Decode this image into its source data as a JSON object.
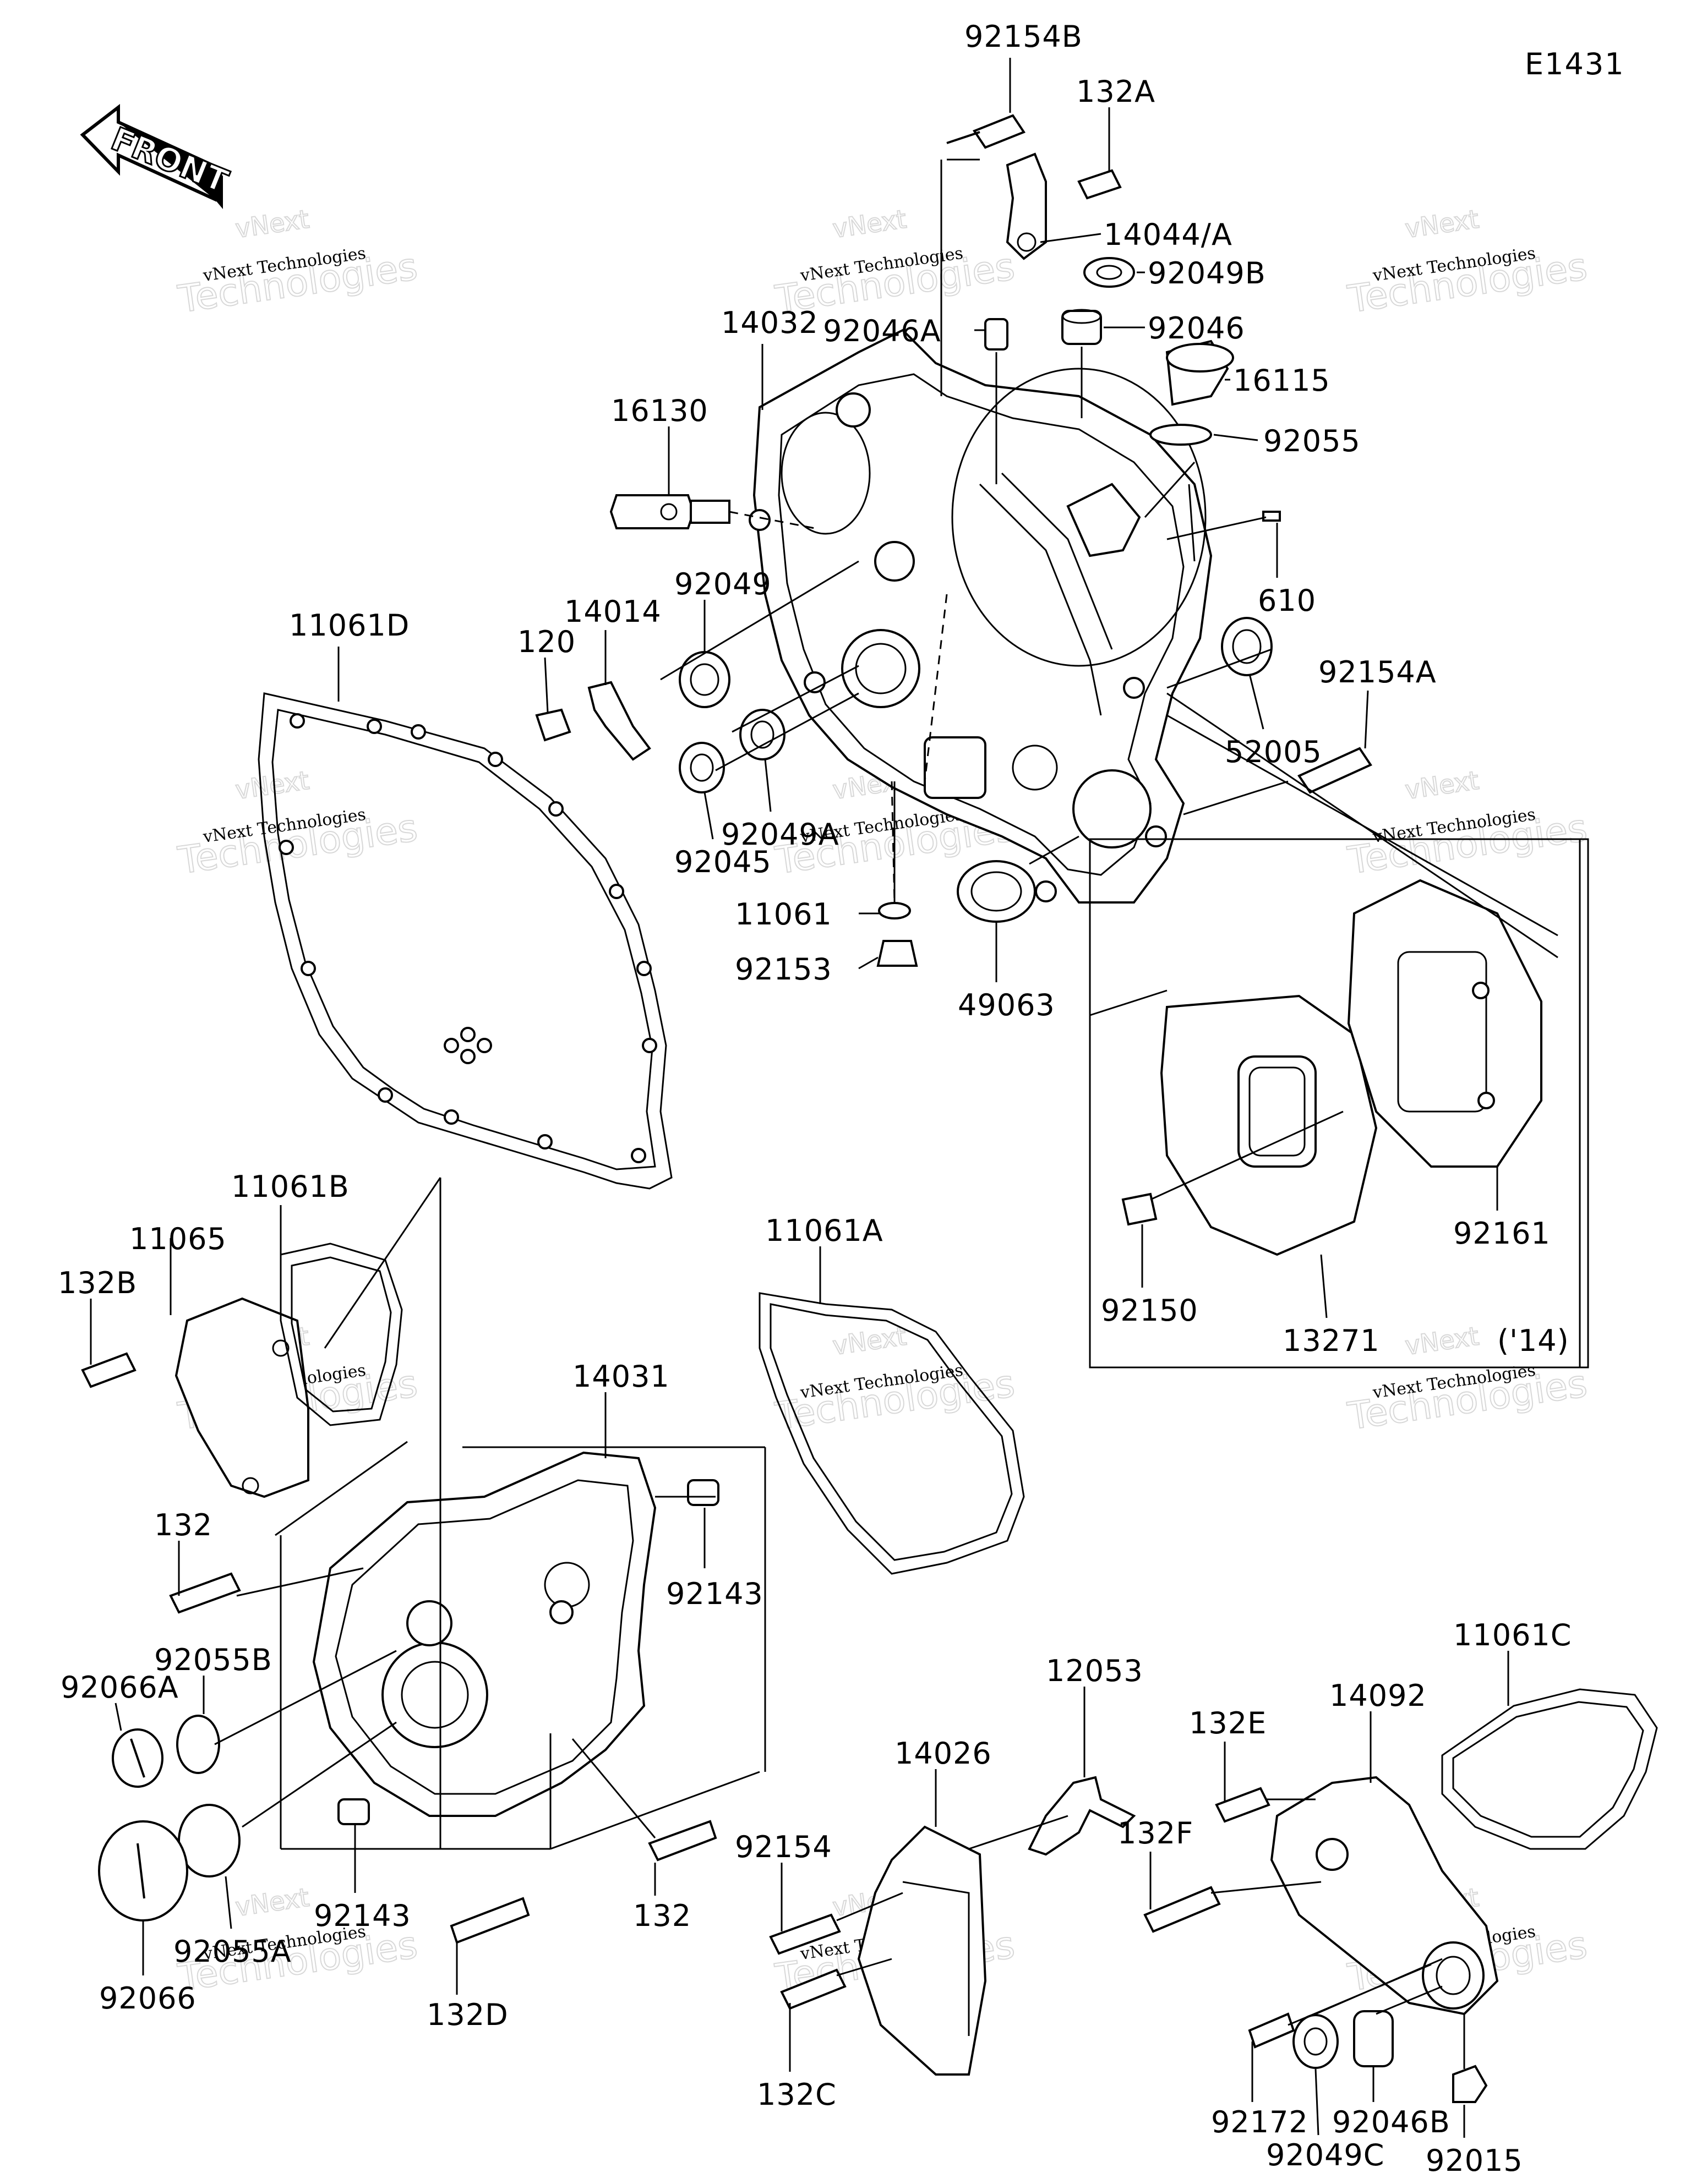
{
  "diagram_code": "E1431",
  "direction_label": "FRONT",
  "watermark": {
    "line1": "vNext Technologies",
    "line2": "vNext",
    "line3": "Technologies"
  },
  "callouts": [
    "92154B",
    "132A",
    "14044/A",
    "92049B",
    "92046A",
    "92046",
    "14032",
    "16115",
    "92055",
    "16130",
    "610",
    "92049",
    "14014",
    "120",
    "11061D",
    "52005",
    "92154A",
    "92049A",
    "92045",
    "11061",
    "92153",
    "49063",
    "92161",
    "92150",
    "13271",
    "('14)",
    "11061B",
    "11065",
    "132B",
    "11061A",
    "14031",
    "132",
    "92143",
    "92055B",
    "92066A",
    "92143",
    "92055A",
    "92066",
    "132",
    "132D",
    "12053",
    "14026",
    "92154",
    "132C",
    "11061C",
    "14092",
    "132E",
    "132F",
    "92172",
    "92046B",
    "92049C",
    "92015"
  ]
}
